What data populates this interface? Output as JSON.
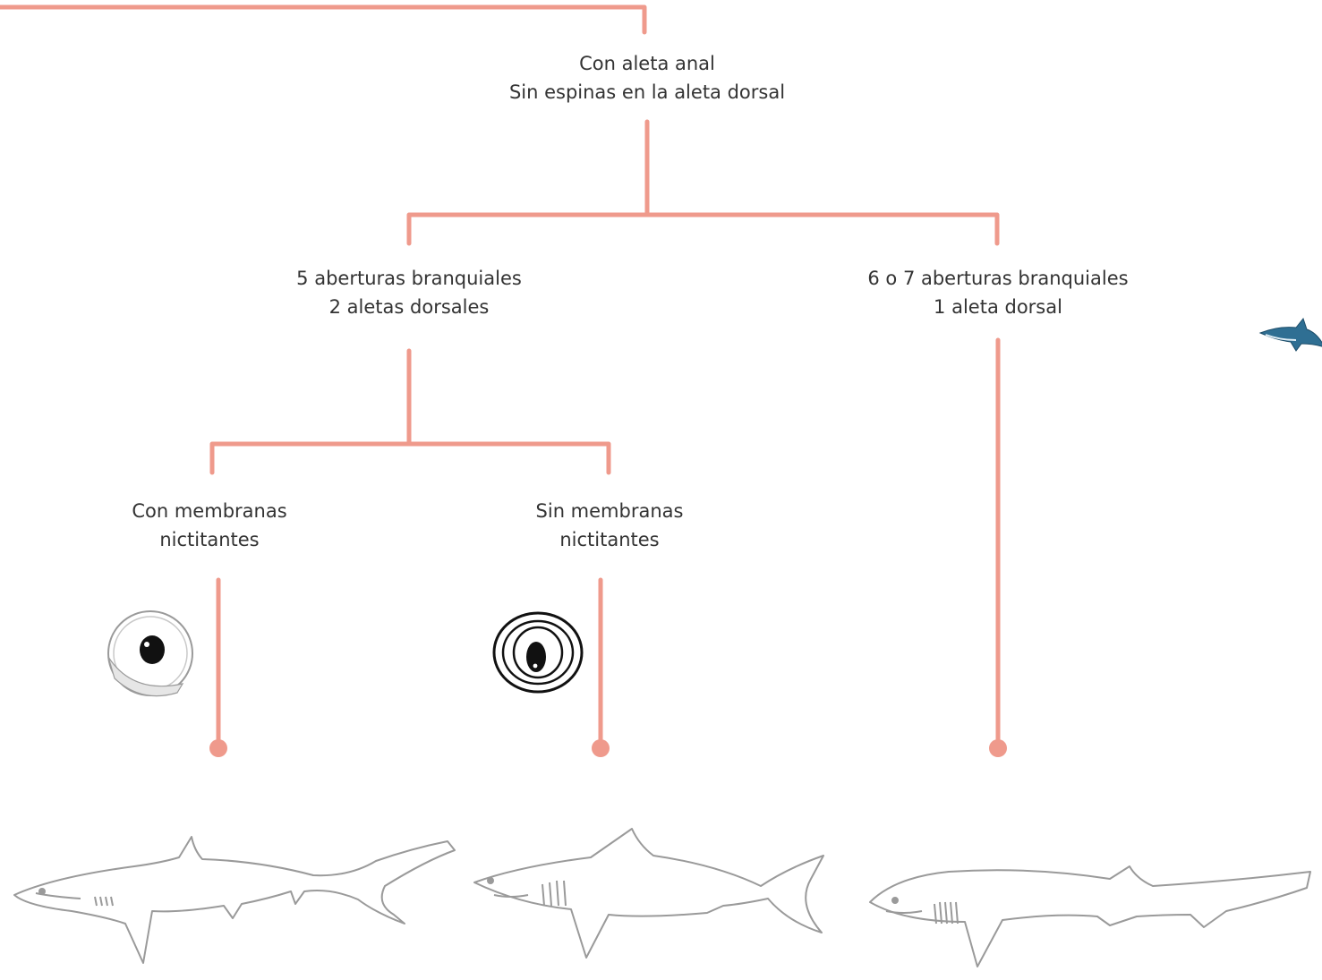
{
  "colors": {
    "line": "#ef9a8c",
    "text": "#333333",
    "fish_stroke": "#9a9a9a",
    "shark_icon": "#2f6f93"
  },
  "nodes": {
    "root": {
      "line1": "Con aleta anal",
      "line2": "Sin espinas en la aleta dorsal"
    },
    "five_gills": {
      "line1": "5 aberturas branquiales",
      "line2": "2 aletas dorsales"
    },
    "six_gills": {
      "line1": "6 o 7 aberturas branquiales",
      "line2": "1 aleta dorsal"
    },
    "with_membranes": {
      "line1": "Con membranas",
      "line2": "nictitantes"
    },
    "without_membranes": {
      "line1": "Sin membranas",
      "line2": "nictitantes"
    }
  },
  "icons": {
    "eye_with_membrane": "eye-with-membrane-icon",
    "eye_without_membrane": "eye-without-membrane-icon",
    "shark_logo": "shark-icon"
  }
}
